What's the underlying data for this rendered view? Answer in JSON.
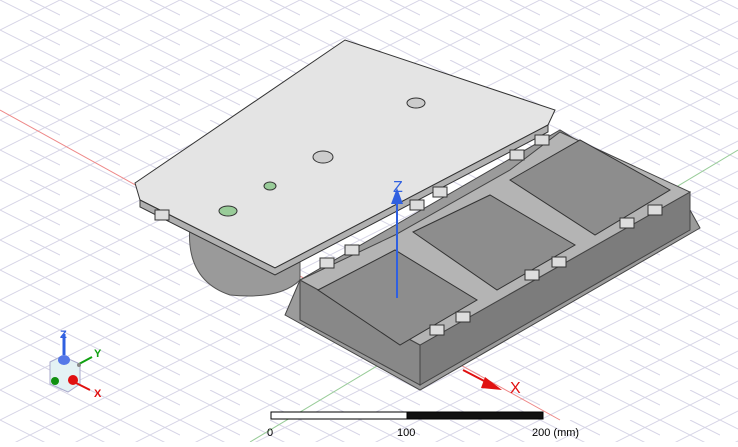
{
  "viewport": {
    "axis_labels": {
      "x": "X",
      "z": "Z"
    },
    "triad_labels": {
      "x": "X",
      "y": "Y",
      "z": "Z"
    },
    "scale_bar": {
      "ticks": [
        "0",
        "100",
        "200 (mm)"
      ]
    },
    "colors": {
      "x_axis": "#e01010",
      "y_axis": "#10a010",
      "z_axis": "#3060e0",
      "grid": "#d6d4e6",
      "model": "#a8a8a8"
    }
  }
}
